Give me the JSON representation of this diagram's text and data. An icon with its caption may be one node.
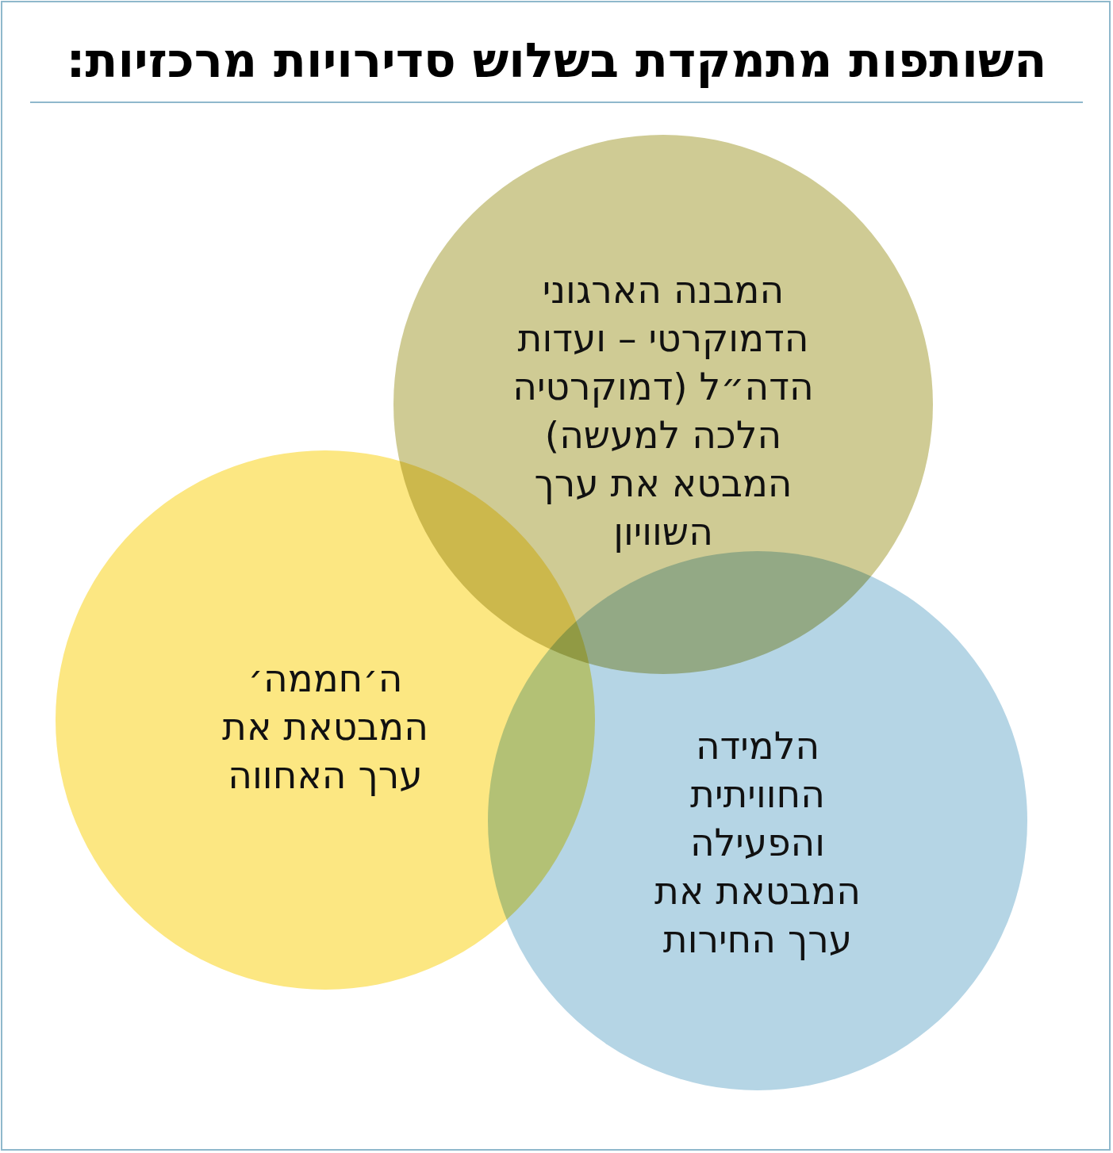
{
  "diagram": {
    "title": "השותפות מתמקדת בשלוש סדירויות מרכזיות:",
    "nodes": [
      {
        "text": [
          "המבנה הארגוני הדמוקרטי – ועדות הדה״ל (דמוקרטיה הלכה למעשה) המבטא את ערך השוויון"
        ]
      },
      {
        "text": [
          "ה׳חממה׳ המבטאת את ערך האחווה"
        ]
      },
      {
        "text": [
          "הלמידה החוויתית והפעילה המבטאת את ערך החירות"
        ]
      }
    ],
    "edges": []
  }
}
